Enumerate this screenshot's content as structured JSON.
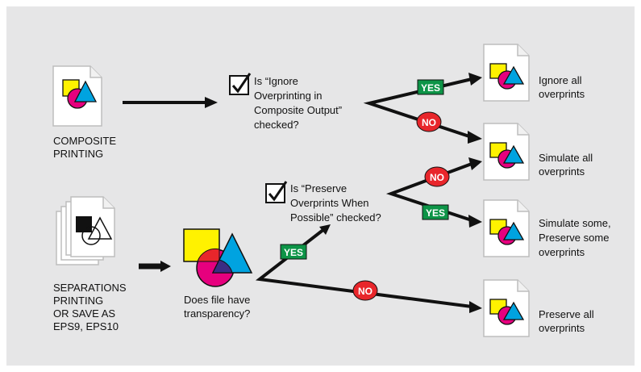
{
  "colors": {
    "background": "#e6e6e7",
    "yellow": "#fff200",
    "magenta": "#e6007e",
    "cyan": "#00a3e0",
    "red": "#e8262b",
    "navy": "#3b2c83",
    "yes_badge": "#0d9447",
    "no_badge": "#e8262b",
    "arrow": "#111111"
  },
  "labels": {
    "composite": [
      "COMPOSITE",
      "PRINTING"
    ],
    "separations": [
      "SEPARATIONS",
      "PRINTING",
      "OR SAVE AS",
      "EPS9, EPS10"
    ]
  },
  "questions": {
    "ignore_overprinting": [
      "Is “Ignore",
      "Overprinting in",
      "Composite Output”",
      "checked?"
    ],
    "preserve_overprints": [
      "Is “Preserve",
      "Overprints When",
      "Possible” checked?"
    ],
    "transparency": [
      "Does file have",
      "transparency?"
    ]
  },
  "badges": {
    "yes": "YES",
    "no": "NO"
  },
  "outcomes": {
    "ignore_all": [
      "Ignore all",
      "overprints"
    ],
    "simulate_all": [
      "Simulate all",
      "overprints"
    ],
    "simulate_some": [
      "Simulate some,",
      "Preserve some",
      "overprints"
    ],
    "preserve_all": [
      "Preserve all",
      "overprints"
    ]
  },
  "icons": {
    "document": "document-icon",
    "document_stack": "document-stack-icon",
    "checkbox": "checkbox-checked-icon",
    "shapes": "overlapping-shapes-icon"
  }
}
